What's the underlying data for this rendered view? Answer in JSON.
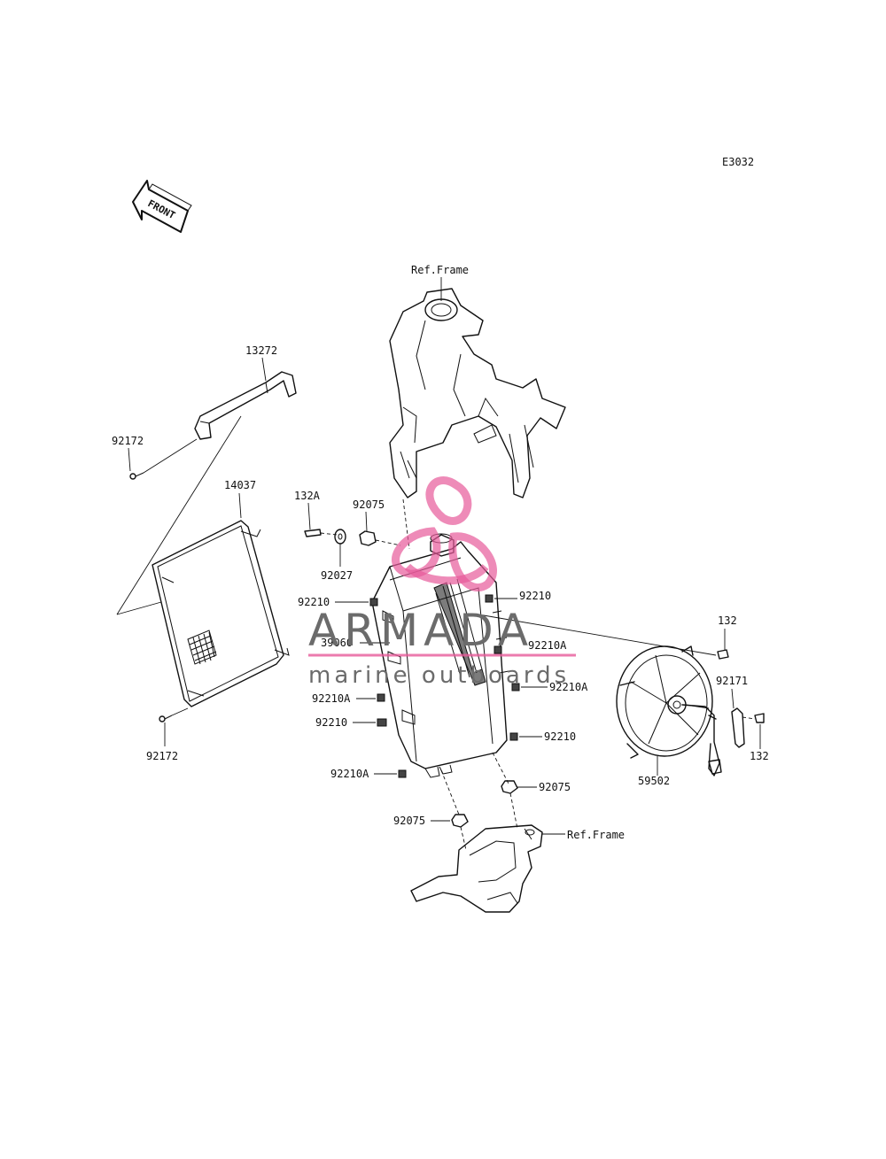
{
  "diagram_code": "E3032",
  "front_label": "FRONT",
  "watermark": {
    "title": "ARMADA",
    "subtitle": "marine outboards",
    "accent": "#e75a9a"
  },
  "labels": {
    "ref_frame_top": "Ref.Frame",
    "ref_frame_bottom": "Ref.Frame",
    "p13272": "13272",
    "p92172_top": "92172",
    "p14037": "14037",
    "p92172_bottom": "92172",
    "p132A": "132A",
    "p92075_top": "92075",
    "p92027": "92027",
    "p92210_right_top": "92210",
    "p92210_left_top": "92210",
    "p39060": "39060",
    "p92210A_right_1": "92210A",
    "p92210A_right_2": "92210A",
    "p92210A_left_1": "92210A",
    "p92210_left_2": "92210",
    "p92210_right_2": "92210",
    "p92210A_left_2": "92210A",
    "p92075_right": "92075",
    "p92075_left": "92075",
    "p132_top": "132",
    "p92171": "92171",
    "p132_bottom": "132",
    "p59502": "59502"
  }
}
